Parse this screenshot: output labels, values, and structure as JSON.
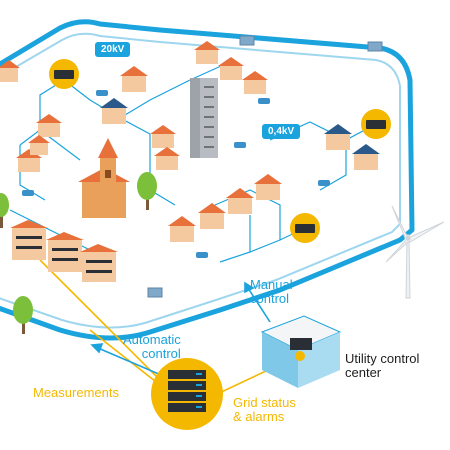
{
  "badges": {
    "hv": "20kV",
    "lv": "0,4kV"
  },
  "labels": {
    "manual_control_1": "Manual",
    "manual_control_2": "control",
    "automatic_control_1": "Automatic",
    "automatic_control_2": "control",
    "utility_center_1": "Utility control",
    "utility_center_2": "center",
    "measurements": "Measurements",
    "grid_status_1": "Grid status",
    "grid_status_2": "& alarms"
  },
  "colors": {
    "grid_line": "#1aa3dd",
    "grid_line_light": "#9ed6ef",
    "data_line": "#f5b800",
    "roof": "#e8703a",
    "wall": "#f4c9a0",
    "solar": "#2b5a8a",
    "tower": "#b8bcc2",
    "tree": "#7cbf3a",
    "car": "#3a90c9",
    "server": "#2a2f35"
  }
}
